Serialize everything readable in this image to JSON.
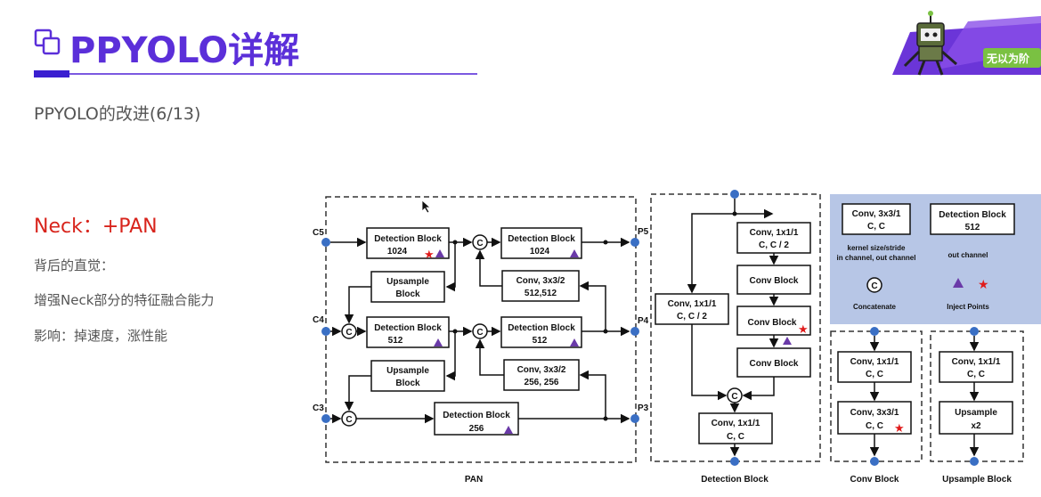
{
  "header": {
    "title": "PPYOLO详解",
    "logo_text": "无以为阶",
    "subtitle": "PPYOLO的改进(6/13)"
  },
  "left": {
    "neck_title": "Neck：+PAN",
    "bullets": [
      "背后的直觉：",
      "增强Neck部分的特征融合能力",
      "影响：掉速度，涨性能"
    ]
  },
  "diagram": {
    "pan": {
      "inputs": [
        "C5",
        "C4",
        "C3"
      ],
      "outputs": [
        "P5",
        "P4",
        "P3"
      ],
      "det1": [
        "Detection Block",
        "1024"
      ],
      "det2": [
        "Detection Block",
        "1024"
      ],
      "up1": [
        "Upsample",
        "Block"
      ],
      "conv1": [
        "Conv, 3x3/2",
        "512,512"
      ],
      "det3": [
        "Detection Block",
        "512"
      ],
      "det4": [
        "Detection Block",
        "512"
      ],
      "up2": [
        "Upsample",
        "Block"
      ],
      "conv2": [
        "Conv, 3x3/2",
        "256, 256"
      ],
      "det5": [
        "Detection Block",
        "256"
      ],
      "concat": "C",
      "caption": "PAN"
    },
    "det_block": {
      "b1": [
        "Conv, 1x1/1",
        "C, C / 2"
      ],
      "b2": "Conv Block",
      "b3": "Conv Block",
      "b4": "Conv Block",
      "side": [
        "Conv, 1x1/1",
        "C, C / 2"
      ],
      "b5": [
        "Conv, 1x1/1",
        "C, C"
      ],
      "concat": "C",
      "caption": "Detection Block"
    },
    "legend": {
      "conv": [
        "Conv, 3x3/1",
        "C, C"
      ],
      "conv_desc": [
        "kernel size/stride",
        "in channel, out channel"
      ],
      "det": [
        "Detection Block",
        "512"
      ],
      "det_desc": "out channel",
      "concat": "C",
      "concat_desc": "Concatenate",
      "inject_desc": "Inject Points"
    },
    "conv_block": {
      "b1": [
        "Conv, 1x1/1",
        "C, C"
      ],
      "b2": [
        "Conv, 3x3/1",
        "C, C"
      ],
      "caption": "Conv Block"
    },
    "up_block": {
      "b1": [
        "Conv, 1x1/1",
        "C, C"
      ],
      "b2": [
        "Upsample",
        "x2"
      ],
      "caption": "Upsample Block"
    }
  },
  "colors": {
    "accent": "#5b2fd9",
    "neck_red": "#d8241c",
    "legend_bg": "#b7c6e6",
    "node_blue": "#3a6fc4",
    "triangle": "#6a3aa8",
    "star": "#e01b1b"
  }
}
